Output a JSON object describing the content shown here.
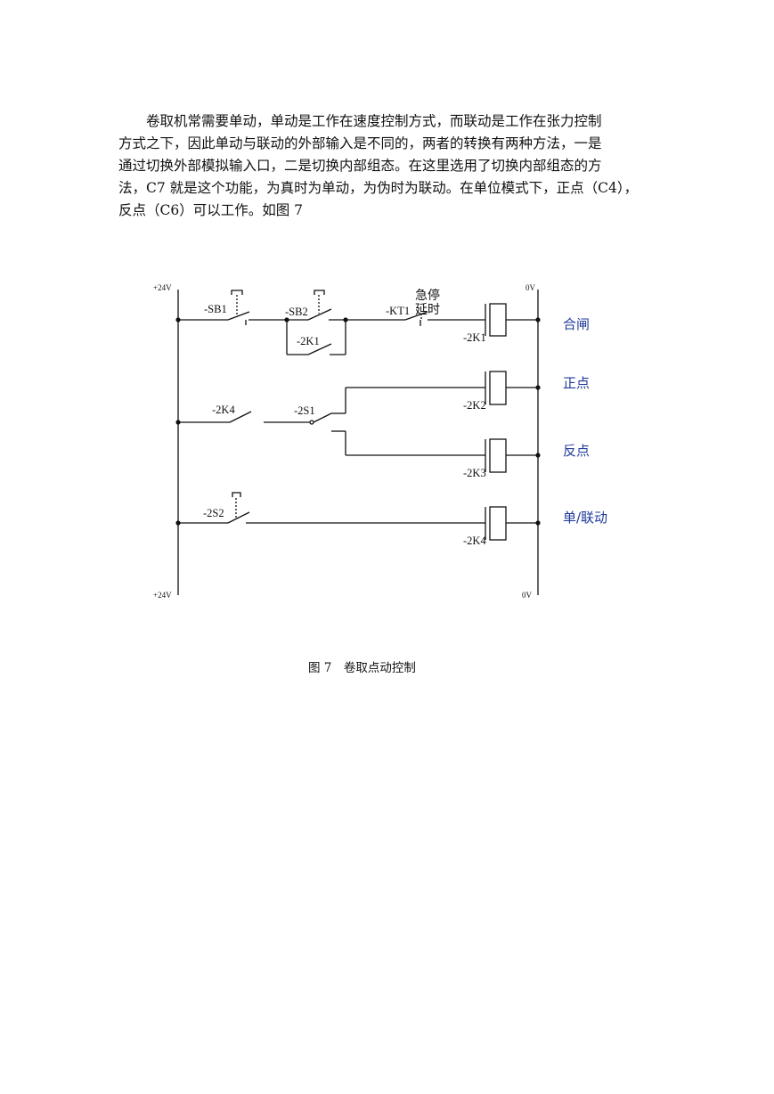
{
  "paragraph": {
    "lines": [
      "卷取机常需要单动，单动是工作在速度控制方式，而联动是工作在张力控制",
      "方式之下，因此单动与联动的外部输入是不同的，两者的转换有两种方法，一是",
      "通过切换外部模拟输入口，二是切换内部组态。在这里选用了切换内部组态的方",
      "法，C7 就是这个功能，为真时为单动，为伪时为联动。在单位模式下，正点（C4），",
      "反点（C6）可以工作。如图 7"
    ]
  },
  "diagram": {
    "rail_left_top": "+24V",
    "rail_left_bottom": "+24V",
    "rail_right_top": "0V",
    "rail_right_bottom": "0V",
    "contacts": {
      "sb1": "-SB1",
      "sb2": "-SB2",
      "k1_hold": "-2K1",
      "kt1": "-KT1",
      "k4": "-2K4",
      "s1": "-2S1",
      "s2": "-2S2"
    },
    "kt1_note_line1": "急停",
    "kt1_note_line2": "延时",
    "coils": {
      "k1": "-2K1",
      "k2": "-2K2",
      "k3": "-2K3",
      "k4": "-2K4"
    },
    "functions": {
      "close": "合闸",
      "jog_forward": "正点",
      "jog_reverse": "反点",
      "single_linked": "单/联动"
    }
  },
  "caption": "图 7　卷取点动控制"
}
